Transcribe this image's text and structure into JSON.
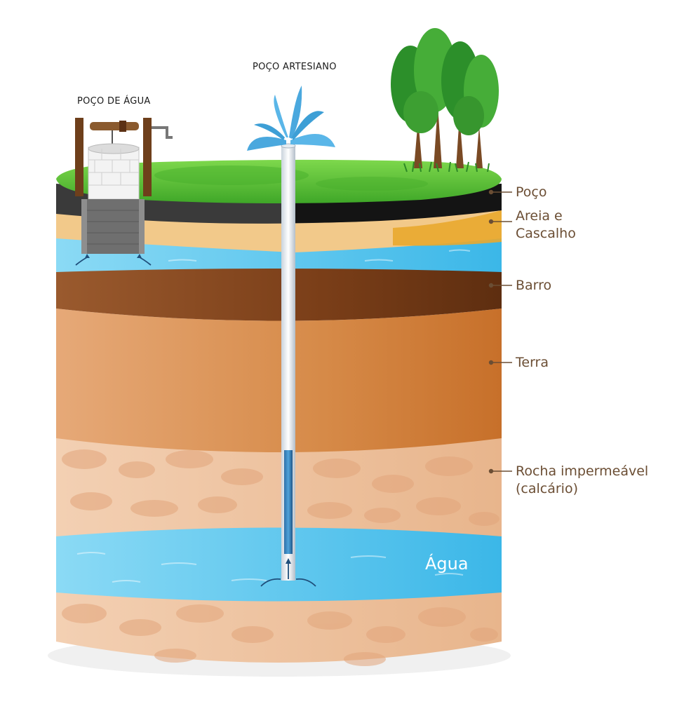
{
  "captions": {
    "well": "POÇO DE ÁGUA",
    "artesian": "POÇO ARTESIANO"
  },
  "layers": [
    {
      "id": "poco",
      "label": "Poço"
    },
    {
      "id": "areia",
      "label": "Areia e\nCascalho"
    },
    {
      "id": "barro",
      "label": "Barro"
    },
    {
      "id": "terra",
      "label": "Terra"
    },
    {
      "id": "rocha",
      "label": "Rocha impermeável\n(calcário)"
    }
  ],
  "water_label": "Água",
  "colors": {
    "grass": "#5bbf35",
    "dark_soil": "#2b2b2b",
    "sand": "#f0c072",
    "water": "#5cc8ee",
    "clay": "#8a4a1e",
    "earth": "#d98e4c",
    "rock": "#eec3a0",
    "label": "#6b4e34"
  }
}
